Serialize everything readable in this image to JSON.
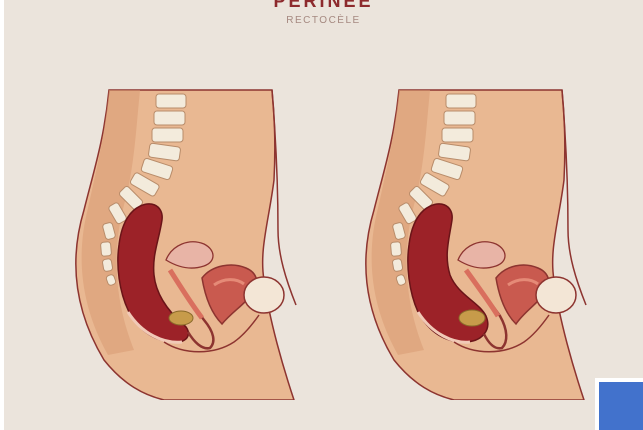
{
  "header": {
    "title": "PERINEE",
    "subtitle": "RECTOCÈLE"
  },
  "illustrations": [
    {
      "id": "normal"
    },
    {
      "id": "rectocele"
    }
  ],
  "colors": {
    "background": "#ebe4dc",
    "title": "#8d2a2d",
    "skin": "#e9b892",
    "skin_dark": "#d89a72",
    "outline": "#8d3430",
    "rectum": "#9c2228",
    "uterus": "#c95a4f",
    "bladder": "#e8b4a6",
    "bone": "#f3ebdc",
    "stool": "#c79b4a",
    "corner_button": "#4272cc"
  }
}
